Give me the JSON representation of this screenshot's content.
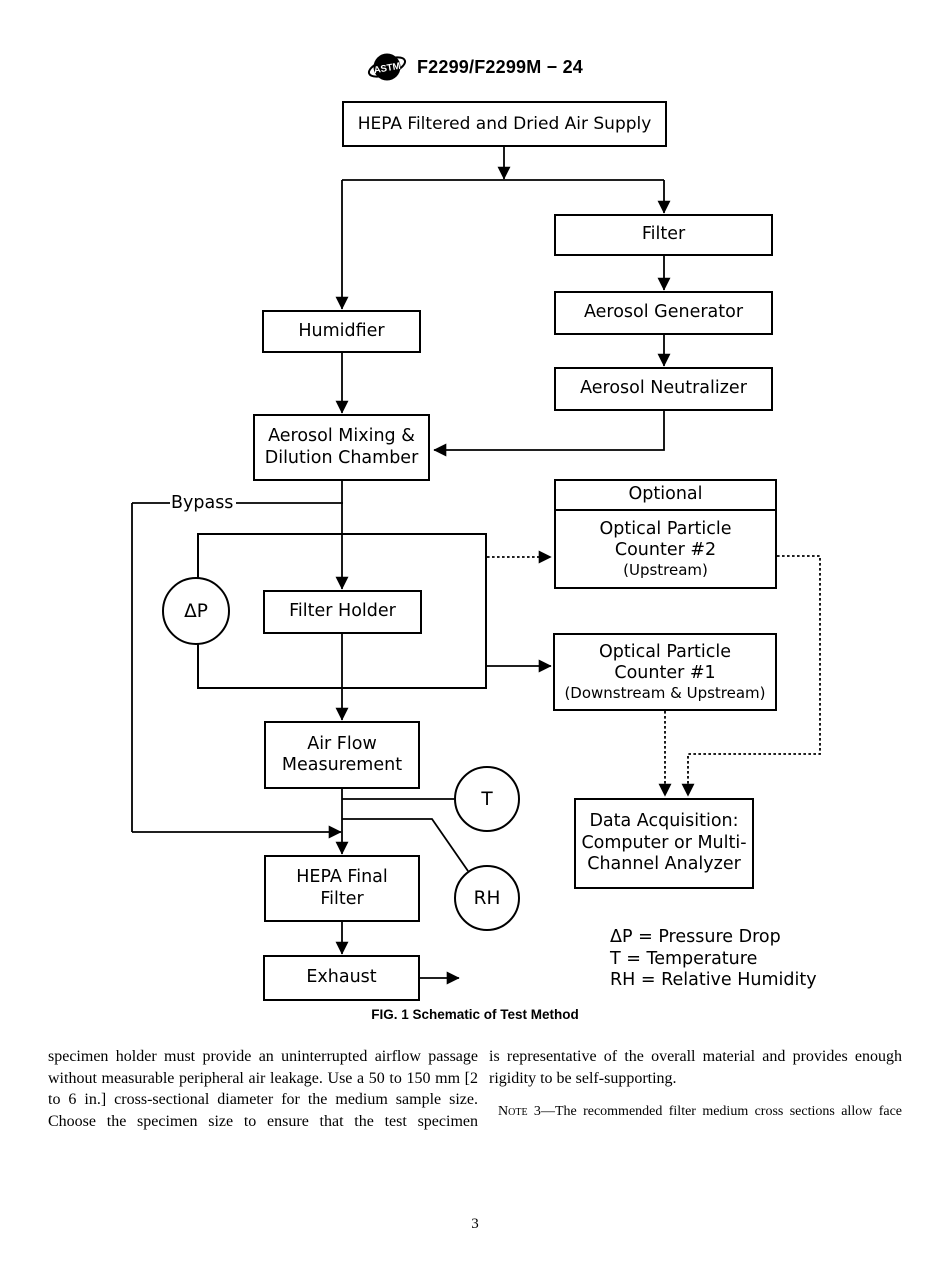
{
  "colors": {
    "ink": "#000000",
    "background": "#ffffff"
  },
  "header": {
    "logo_icon": "astm-globe-logo",
    "title": "F2299/F2299M − 24"
  },
  "diagram": {
    "nodes": {
      "hepa_supply": {
        "label": "HEPA Filtered and Dried Air Supply"
      },
      "filter": {
        "label": "Filter"
      },
      "aerosol_generator": {
        "label": "Aerosol Generator"
      },
      "aerosol_neutralizer": {
        "label": "Aerosol Neutralizer"
      },
      "humidifier": {
        "label": "Humidfier"
      },
      "mixing_chamber": {
        "lines": [
          "Aerosol Mixing &",
          "Dilution Chamber"
        ]
      },
      "bypass_label": "Bypass",
      "opc2": {
        "header": "Optional",
        "lines": [
          "Optical Particle",
          "Counter #2"
        ],
        "sub": "(Upstream)"
      },
      "delta_p_gauge": {
        "label": "ΔP"
      },
      "filter_holder": {
        "label": "Filter Holder"
      },
      "opc1": {
        "lines": [
          "Optical Particle",
          "Counter #1"
        ],
        "sub": "(Downstream & Upstream)"
      },
      "air_flow": {
        "lines": [
          "Air Flow",
          "Measurement"
        ]
      },
      "t_gauge": {
        "label": "T"
      },
      "rh_gauge": {
        "label": "RH"
      },
      "hepa_final": {
        "lines": [
          "HEPA Final",
          "Filter"
        ]
      },
      "data_acquisition": {
        "lines": [
          "Data Acquisition:",
          "Computer or Multi-",
          "Channel Analyzer"
        ]
      },
      "exhaust": {
        "label": "Exhaust"
      }
    },
    "legend": {
      "line1": "ΔP = Pressure Drop",
      "line2": "T = Temperature",
      "line3": "RH = Relative Humidity"
    },
    "caption": "FIG. 1 Schematic of Test Method"
  },
  "body": {
    "left_column": "specimen holder must provide an uninterrupted airflow passage without measurable peripheral air leakage. Use a 50 to 150 mm [2 to 6 in.] cross-sectional diameter for the medium sample size. Choose the specimen size to ensure that the test specimen",
    "right_column_paragraph": "is representative of the overall material and provides enough rigidity to be self-supporting.",
    "note_label": "Note 3",
    "note_text": "—The recommended filter medium cross sections allow face"
  },
  "footer": {
    "page_number": "3"
  }
}
